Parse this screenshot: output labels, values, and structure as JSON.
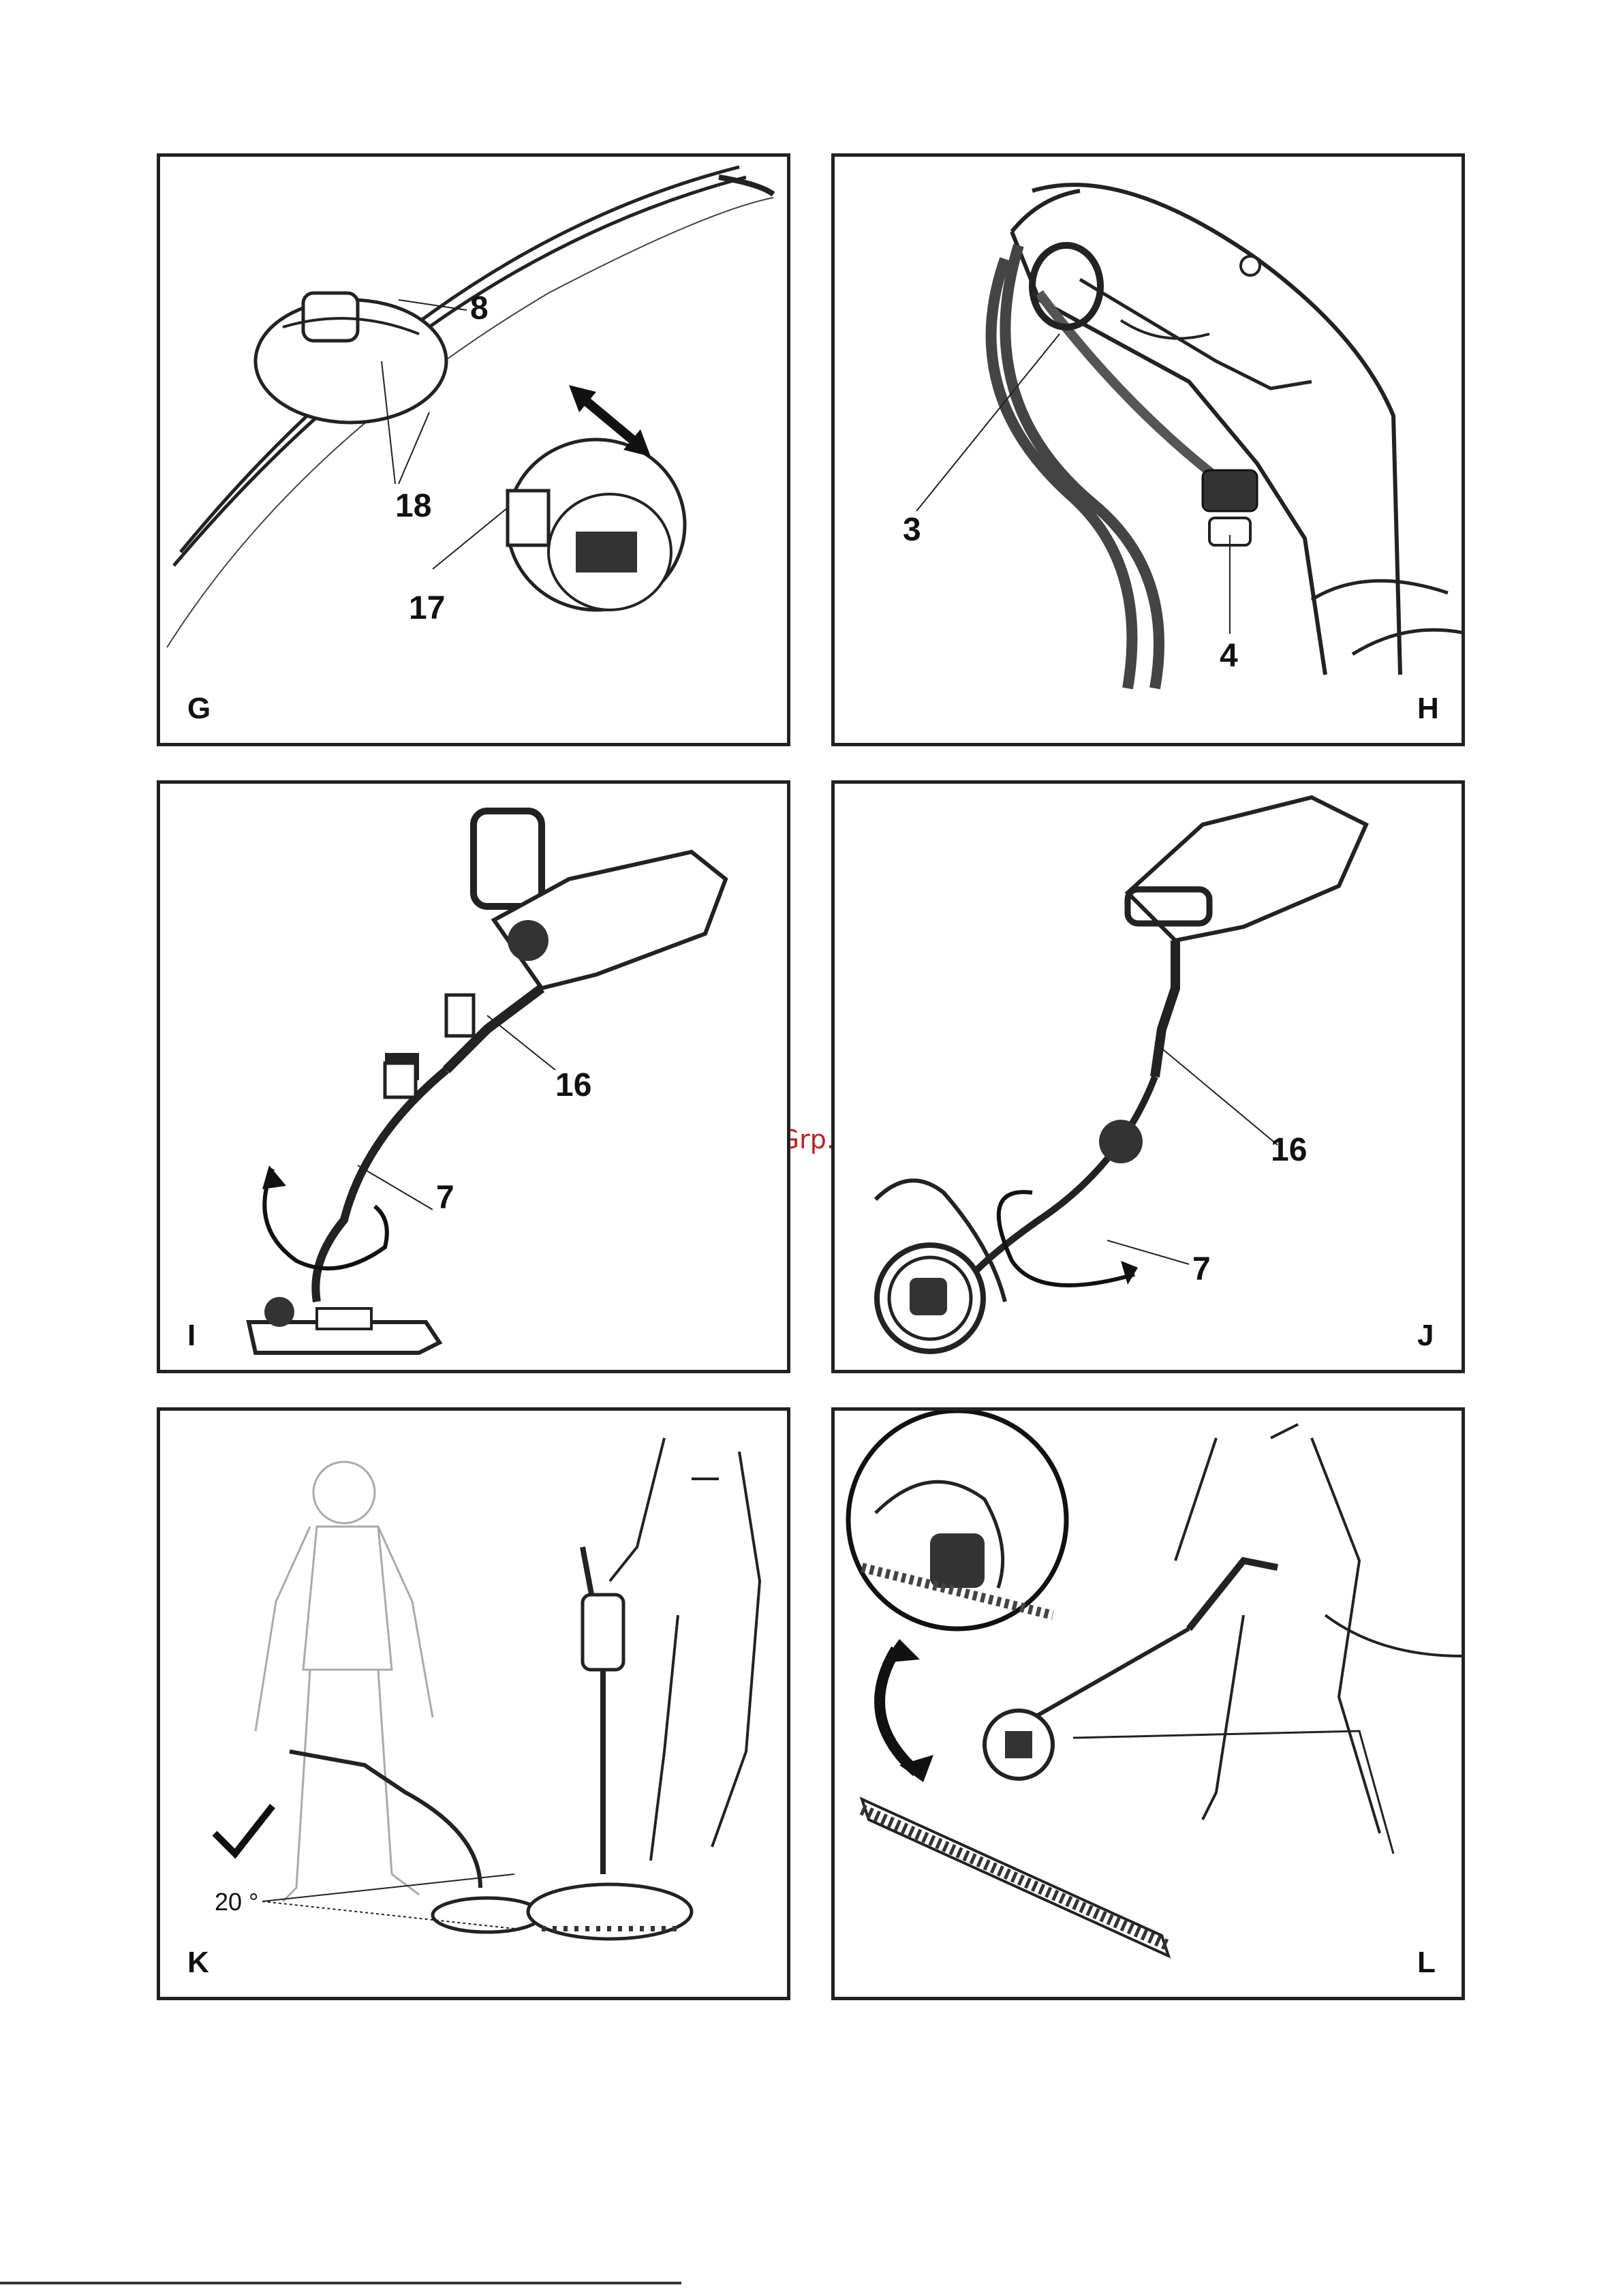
{
  "watermark": "McGrp.Ru",
  "panels": {
    "G": {
      "letter": "G",
      "callouts": [
        "8",
        "18",
        "17"
      ]
    },
    "H": {
      "letter": "H",
      "callouts": [
        "3",
        "4"
      ]
    },
    "I": {
      "letter": "I",
      "callouts": [
        "16",
        "7"
      ]
    },
    "J": {
      "letter": "J",
      "callouts": [
        "16",
        "7"
      ]
    },
    "K": {
      "letter": "K",
      "angle_label": "20 °"
    },
    "L": {
      "letter": "L"
    }
  }
}
